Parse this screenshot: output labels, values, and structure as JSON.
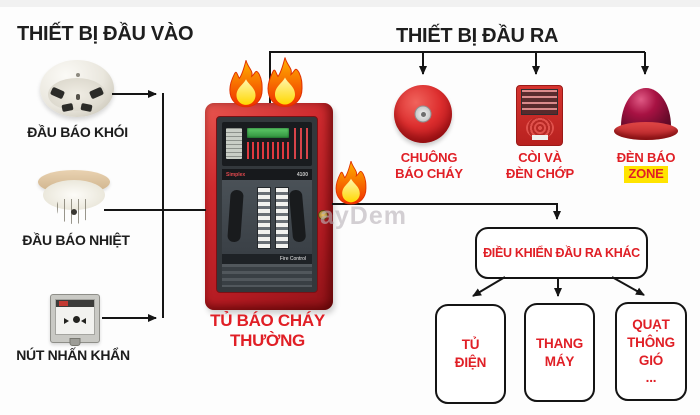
{
  "diagram": {
    "input_section": {
      "title": "THIẾT BỊ ĐẦU VÀO",
      "devices": [
        {
          "label": "ĐẦU BÁO KHÓI"
        },
        {
          "label": "ĐẦU BÁO NHIỆT"
        },
        {
          "label": "NÚT NHẤN KHẨN"
        }
      ]
    },
    "panel": {
      "label_line1": "TỦ BÁO CHÁY",
      "label_line2": "THƯỜNG",
      "brand": "Simplex",
      "model": "4100",
      "panel_text": "Fire Control"
    },
    "output_section": {
      "title": "THIẾT BỊ ĐẦU RA",
      "devices": [
        {
          "lines": [
            "CHUÔNG",
            "BÁO CHÁY"
          ]
        },
        {
          "lines": [
            "CÒI VÀ",
            "ĐÈN CHỚP"
          ]
        },
        {
          "lines": [
            "ĐÈN BÁO",
            "ZONE"
          ],
          "highlight_line2": true
        }
      ]
    },
    "control_box": {
      "label": "ĐIỀU KHIỂN ĐẦU RA KHÁC"
    },
    "output_boxes": [
      {
        "lines": [
          "TỦ",
          "ĐIỆN"
        ]
      },
      {
        "lines": [
          "THANG",
          "MÁY"
        ]
      },
      {
        "lines": [
          "QUẠT",
          "THÔNG",
          "GIÓ",
          "..."
        ]
      }
    ],
    "watermark": "ayDem",
    "colors": {
      "red_text": "#e01f26",
      "highlight_yellow": "#ffe400",
      "heading_black": "#1e1e1e",
      "panel_red": "#c8252c",
      "line_black": "#151515"
    }
  }
}
